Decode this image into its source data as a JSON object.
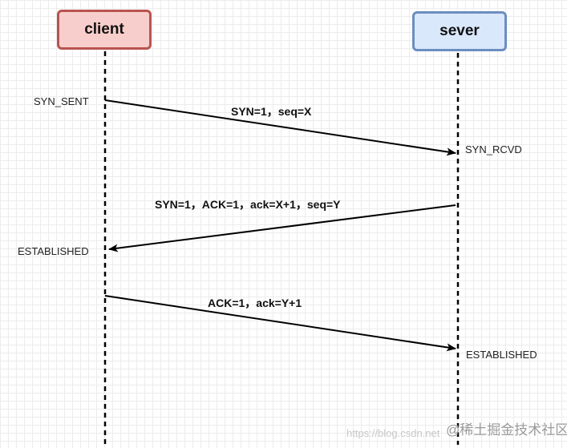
{
  "actors": {
    "client": "client",
    "server": "sever"
  },
  "states": {
    "client_syn_sent": "SYN_SENT",
    "server_syn_rcvd": "SYN_RCVD",
    "client_established": "ESTABLISHED",
    "server_established": "ESTABLISHED"
  },
  "messages": [
    "SYN=1，seq=X",
    "SYN=1，ACK=1，ack=X+1，seq=Y",
    "ACK=1，ack=Y+1"
  ],
  "watermark": {
    "url": "https://blog.csdn.net",
    "brand": "@稀土掘金技术社区"
  },
  "colors": {
    "client_fill": "#f8cecc",
    "client_border": "#b85450",
    "server_fill": "#dae8fc",
    "server_border": "#6c8ebf",
    "arrow": "#000000"
  }
}
